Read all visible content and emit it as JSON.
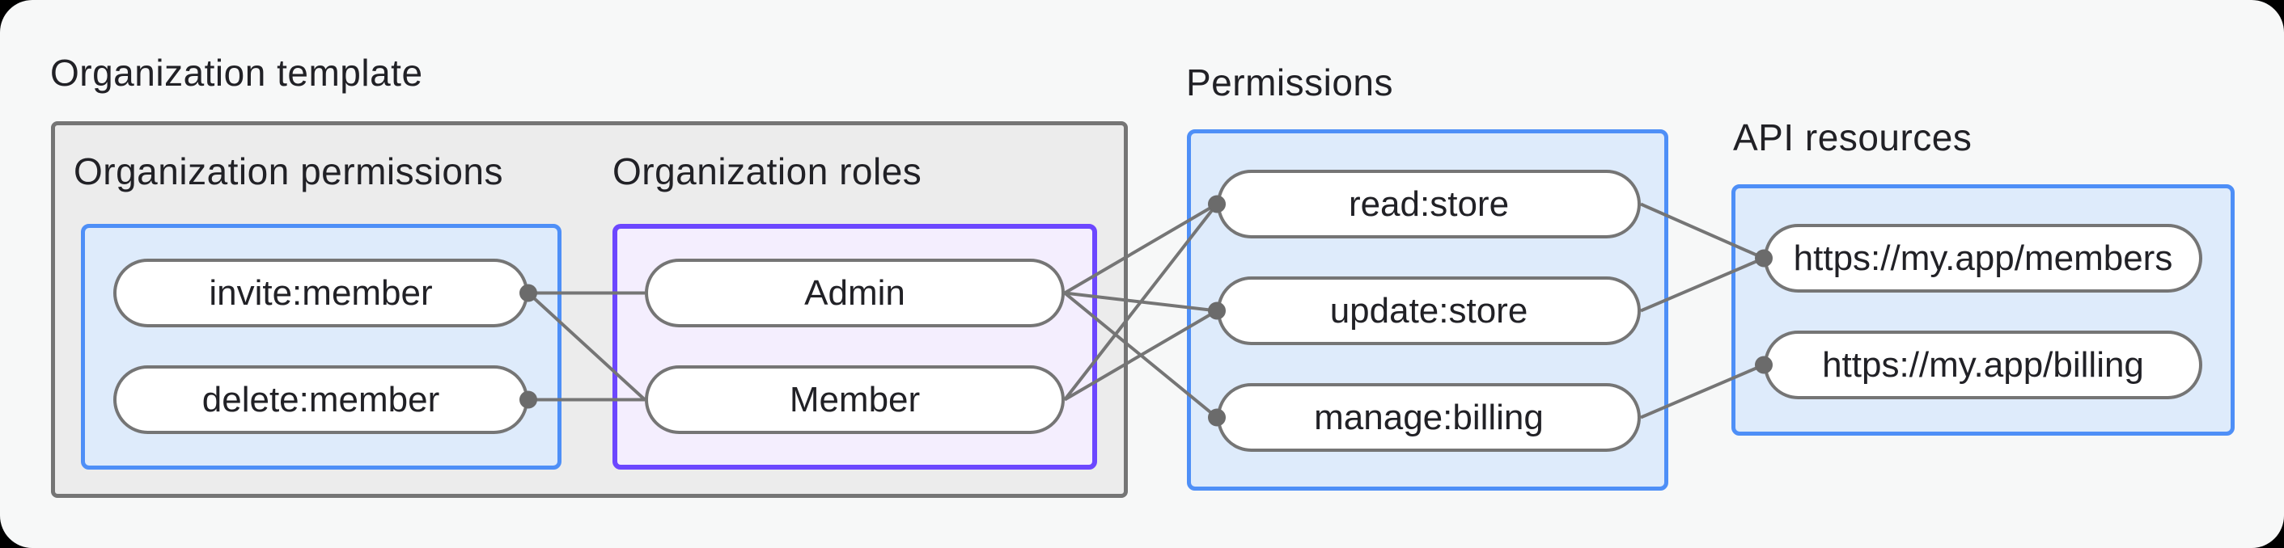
{
  "diagram": {
    "title": "Organization template",
    "sections": {
      "org_permissions": {
        "label": "Organization permissions",
        "nodes": [
          {
            "id": "invite",
            "label": "invite:member"
          },
          {
            "id": "delete",
            "label": "delete:member"
          }
        ]
      },
      "org_roles": {
        "label": "Organization roles",
        "nodes": [
          {
            "id": "admin",
            "label": "Admin"
          },
          {
            "id": "member",
            "label": "Member"
          }
        ]
      },
      "permissions": {
        "label": "Permissions",
        "nodes": [
          {
            "id": "read",
            "label": "read:store"
          },
          {
            "id": "update",
            "label": "update:store"
          },
          {
            "id": "manage",
            "label": "manage:billing"
          }
        ]
      },
      "api_resources": {
        "label": "API resources",
        "nodes": [
          {
            "id": "members_api",
            "label": "https://my.app/members"
          },
          {
            "id": "billing_api",
            "label": "https://my.app/billing"
          }
        ]
      }
    },
    "edges": [
      {
        "from": "invite",
        "to": "admin"
      },
      {
        "from": "invite",
        "to": "member"
      },
      {
        "from": "delete",
        "to": "member"
      },
      {
        "from": "admin",
        "to": "read"
      },
      {
        "from": "admin",
        "to": "update"
      },
      {
        "from": "admin",
        "to": "manage"
      },
      {
        "from": "member",
        "to": "read"
      },
      {
        "from": "member",
        "to": "update"
      },
      {
        "from": "read",
        "to": "members_api"
      },
      {
        "from": "update",
        "to": "members_api"
      },
      {
        "from": "manage",
        "to": "billing_api"
      }
    ],
    "colors": {
      "background": "#F7F8F8",
      "text": "#212126",
      "line": "#757575",
      "dot": "#6B6B6B",
      "pill_fill": "#FFFFFF",
      "pill_border": "#757575",
      "gray_box_fill": "#ECECEC",
      "gray_box_border": "#757575",
      "blue_box_fill": "#DEEBFB",
      "blue_box_border": "#4E8FF7",
      "purple_box_fill": "#F4EEFE",
      "purple_box_border": "#6C47FF"
    }
  }
}
